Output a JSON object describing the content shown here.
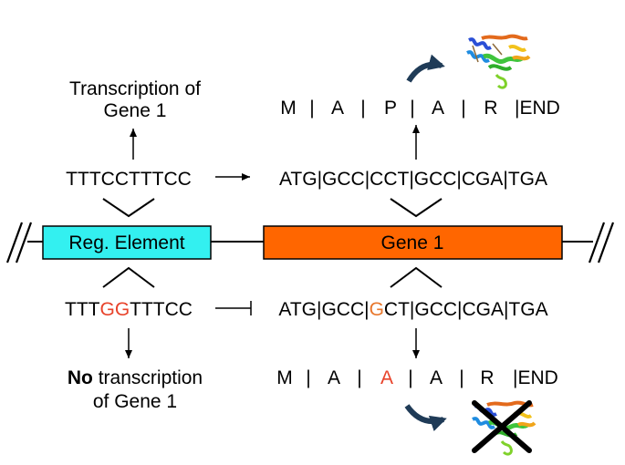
{
  "colors": {
    "reg_element_fill": "#33f0f0",
    "gene_fill": "#ff6600",
    "mutation_red": "#e8432b",
    "mutation_orange": "#e8762b",
    "curved_arrow": "#1f3b57"
  },
  "boxes": {
    "reg_element": "Reg. Element",
    "gene": "Gene 1"
  },
  "top": {
    "promoter_seq": "TTTCCTTTCC",
    "codon_seq": "ATG|GCC|CCT|GCC|CGA|TGA",
    "transcription_line1": "Transcription of",
    "transcription_line2": "Gene 1",
    "protein": [
      "M",
      "|",
      "A",
      "|",
      "P",
      "|",
      "A",
      "|",
      "R",
      "|END"
    ]
  },
  "bottom": {
    "promoter_prefix": "TTT",
    "promoter_mutation": "GG",
    "promoter_suffix": "TTTCC",
    "codon_prefix": "ATG|GCC|",
    "codon_mutation": "G",
    "codon_suffix": "CT|GCC|CGA|TGA",
    "no_word": "No",
    "transcription_rest": " transcription",
    "transcription_line2": "of Gene 1",
    "protein": [
      "M",
      "|",
      "A",
      "|",
      "A",
      "|",
      "A",
      "|",
      "R",
      "|END"
    ],
    "protein_mutated_index": 4
  },
  "icons": {
    "protein_top": "protein-structure-icon",
    "protein_bottom": "protein-structure-icon",
    "cross": "cross-icon",
    "break_marks": "break-icon"
  }
}
